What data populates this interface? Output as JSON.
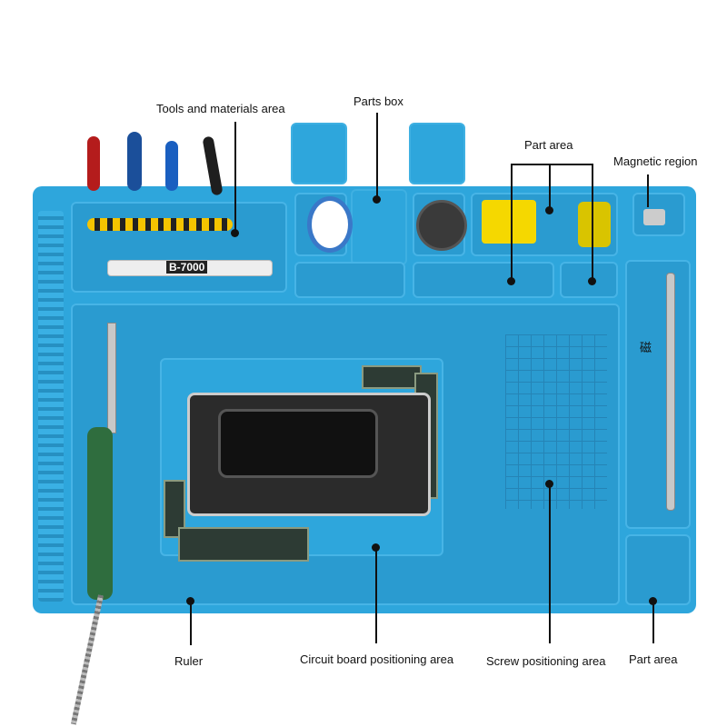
{
  "labels": {
    "tools_area": "Tools and materials area",
    "parts_box": "Parts box",
    "part_area_top": "Part area",
    "magnetic_region": "Magnetic region",
    "ruler": "Ruler",
    "circuit_board_area": "Circuit board positioning area",
    "screw_area": "Screw positioning area",
    "part_area_bottom": "Part area"
  },
  "products": {
    "glue_tube_text": "B-7000",
    "magnetic_glyph": "磁"
  },
  "colors": {
    "mat": "#2ea6dc",
    "mat_recess": "#2a9bd0",
    "label_text": "#111111",
    "screwdriver_handle": "#f5c400",
    "iron_grip": "#2f6d3e"
  }
}
